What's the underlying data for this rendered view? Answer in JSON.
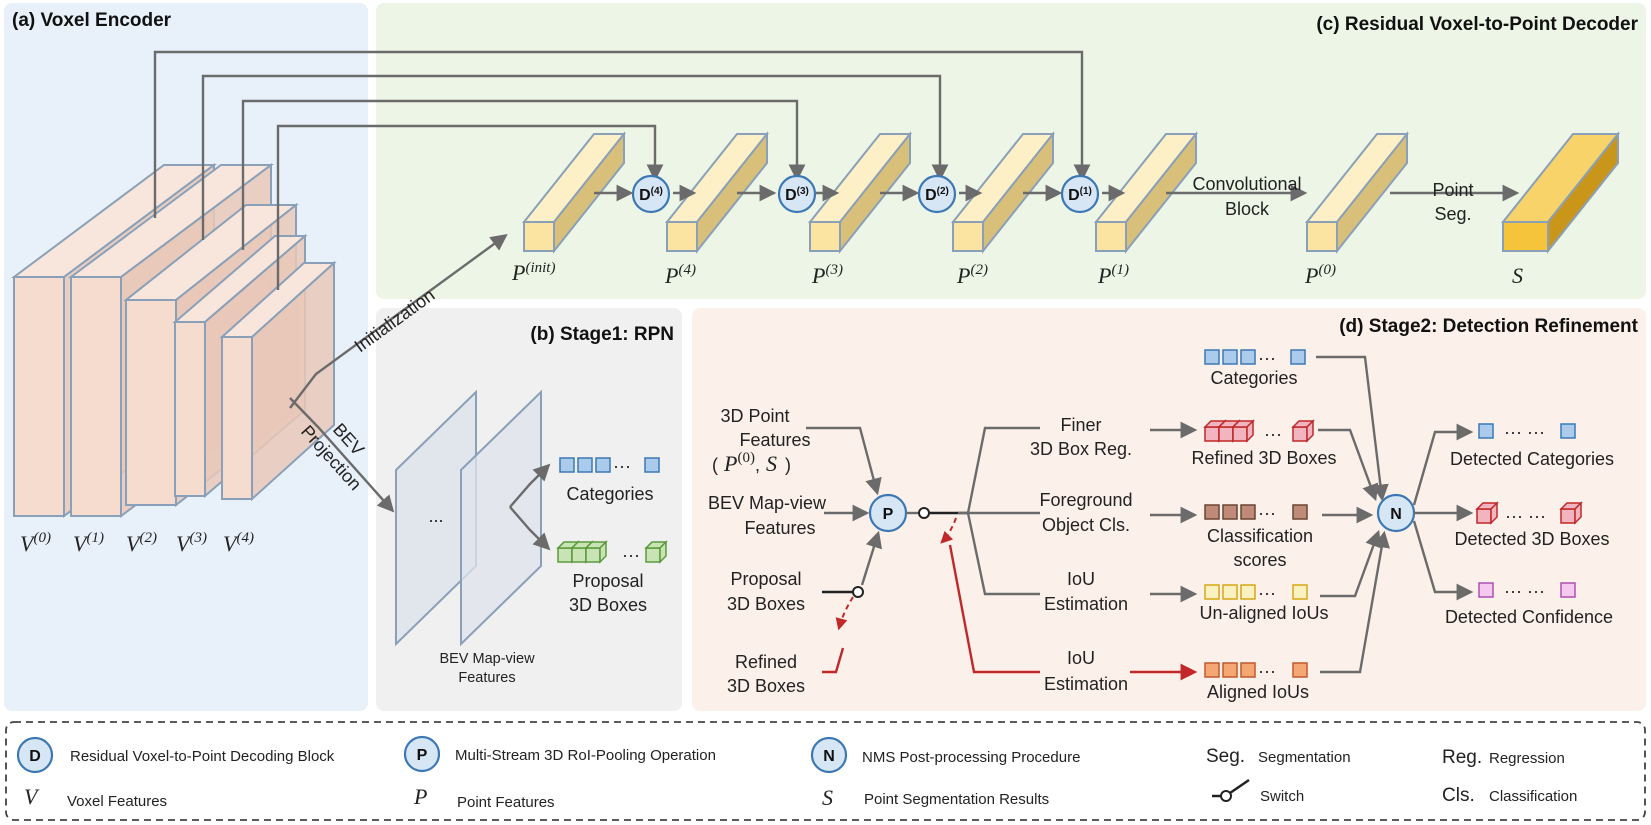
{
  "panels": {
    "voxel_encoder": "(a) Voxel Encoder",
    "rpn": "(b) Stage1: RPN",
    "decoder": "(c) Residual Voxel-to-Point Decoder",
    "refinement": "(d) Stage2: Detection Refinement"
  },
  "voxel_labels": [
    "V",
    "V",
    "V",
    "V",
    "V"
  ],
  "voxel_sups": [
    "(0)",
    "(1)",
    "(2)",
    "(3)",
    "(4)"
  ],
  "arrow_labels": {
    "initialization": "Initialization",
    "bev": "BEV",
    "projection": "Projection"
  },
  "decoder": {
    "point_labels": [
      "P",
      "P",
      "P",
      "P",
      "P",
      "P"
    ],
    "point_sups": [
      "(init)",
      "(4)",
      "(3)",
      "(2)",
      "(1)",
      "(0)"
    ],
    "seg_label": "S",
    "d_blocks": [
      "D",
      "D",
      "D",
      "D"
    ],
    "d_sups": [
      "(4)",
      "(3)",
      "(2)",
      "(1)"
    ],
    "conv_block_1": "Convolutional",
    "conv_block_2": "Block",
    "point_seg_1": "Point",
    "point_seg_2": "Seg."
  },
  "rpn": {
    "ellipsis": "...",
    "bev_features_1": "BEV Map-view",
    "bev_features_2": "Features",
    "categories": "Categories",
    "cat_dots": "···",
    "box_dots": "···",
    "proposal_1": "Proposal",
    "proposal_2": "3D Boxes"
  },
  "refine": {
    "inputs": {
      "pf_1": "3D Point",
      "pf_2": "Features",
      "pf_3a": "(",
      "pf_3b": "P",
      "pf_3sup": "(0)",
      "pf_3c": ",",
      "pf_3d": "S",
      "pf_3e": ")",
      "bev_1": "BEV Map-view",
      "bev_2": "Features",
      "prop_1": "Proposal",
      "prop_2": "3D Boxes",
      "ref_1": "Refined",
      "ref_2": "3D Boxes"
    },
    "p_node": "P",
    "n_node": "N",
    "heads": {
      "finer_1": "Finer",
      "finer_2": "3D Box Reg.",
      "fg_1": "Foreground",
      "fg_2": "Object Cls.",
      "iou_1": "IoU",
      "iou_2": "Estimation",
      "iou2_1": "IoU",
      "iou2_2": "Estimation"
    },
    "results": {
      "categories": "Categories",
      "refined": "Refined 3D Boxes",
      "cls_1": "Classification",
      "cls_2": "scores",
      "unaligned": "Un-aligned IoUs",
      "aligned": "Aligned IoUs",
      "dots": "···"
    },
    "outputs": {
      "cat": "Detected Categories",
      "boxes": "Detected 3D Boxes",
      "conf": "Detected Confidence",
      "dots": "··· ···"
    }
  },
  "legend": {
    "d_sym": "D",
    "d_text": "Residual Voxel-to-Point Decoding Block",
    "p_sym": "P",
    "p_text": "Multi-Stream 3D RoI-Pooling Operation",
    "n_sym": "N",
    "n_text": "NMS Post-processing Procedure",
    "seg_abbr": "Seg.",
    "seg_text": "Segmentation",
    "reg_abbr": "Reg.",
    "reg_text": "Regression",
    "v_sym": "V",
    "v_text": "Voxel Features",
    "pp_sym": "P",
    "pp_text": "Point Features",
    "s_sym": "S",
    "s_text": "Point Segmentation Results",
    "switch_text": "Switch",
    "cls_abbr": "Cls.",
    "cls_text": "Classification"
  },
  "colors": {
    "voxel_bg": "#e8f1fa",
    "decoder_bg": "#ecf5e6",
    "rpn_bg": "#f0f0f0",
    "refine_bg": "#fbf1ea",
    "voxel_block": "#f6dccf",
    "point_block": "#fbe3a1",
    "seg_block": "#f5c43a",
    "arrow": "#6b6b6b",
    "red": "#c0282a"
  }
}
